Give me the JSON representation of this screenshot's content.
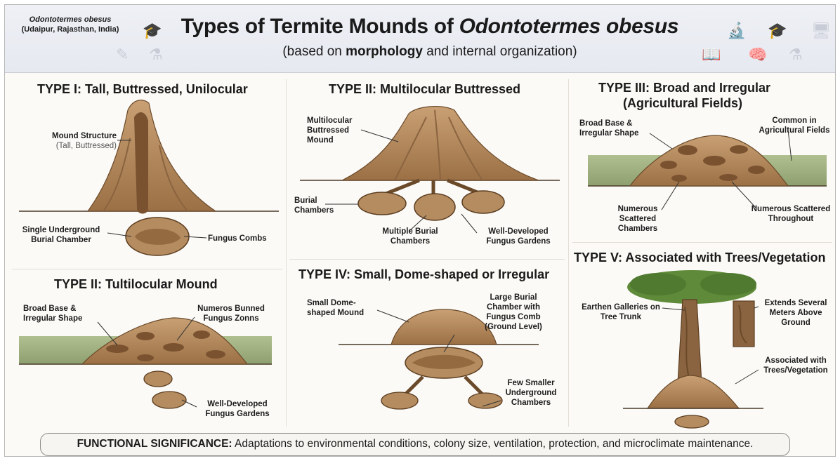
{
  "header": {
    "species_line": "Odontotermes obesus",
    "location_line": "(Udaipur, Rajasthan, India)",
    "title_prefix": "Types of Termite Mounds of ",
    "title_species": "Odontotermes obesus",
    "subtitle_pre": "(based on ",
    "subtitle_bold": "morphology",
    "subtitle_post": " and internal organization)"
  },
  "panels": {
    "type1": {
      "title": "TYPE I: Tall, Buttressed, Unilocular",
      "label_mound": "Mound Structure",
      "label_mound_sub": "(Tall, Buttressed)",
      "label_chamber": "Single Underground Burial Chamber",
      "label_fungus": "Fungus Combs"
    },
    "type2": {
      "title": "TYPE II: Multilocular Buttressed",
      "label_mound": "Multilocular Buttressed Mound",
      "label_burial": "Burial Chambers",
      "label_multiple": "Multiple Burial Chambers",
      "label_gardens": "Well-Developed Fungus Gardens"
    },
    "type3": {
      "title": "TYPE III: Broad and Irregular",
      "title2": "(Agricultural Fields)",
      "label_base": "Broad Base & Irregular Shape",
      "label_common": "Common in Agricultural Fields",
      "label_chambers": "Numerous Scattered Chambers",
      "label_throughout": "Numerous Scattered Throughout"
    },
    "type2b": {
      "title": "TYPE II: Tultilocular Mound",
      "label_base": "Broad Base & Irregular Shape",
      "label_zones": "Numeros Bunned Fungus Zonns",
      "label_gardens": "Well-Developed Fungus Gardens"
    },
    "type4": {
      "title": "TYPE IV: Small, Dome-shaped or Irregular",
      "label_dome": "Small Dome-shaped Mound",
      "label_large": "Large Burial Chamber with Fungus Comb (Ground Level)",
      "label_few": "Few Smaller Underground Chambers"
    },
    "type5": {
      "title": "TYPE V: Associated with Trees/Vegetation",
      "label_galleries": "Earthen Galleries on Tree Trunk",
      "label_extends": "Extends Several Meters Above Ground",
      "label_assoc": "Associated with Trees/Vegetation"
    }
  },
  "footer": {
    "bold": "FUNCTIONAL SIGNIFICANCE:",
    "text": " Adaptations to environmental conditions, colony size, ventilation, protection, and microclimate maintenance."
  },
  "colors": {
    "soil_light": "#d2b48c",
    "soil_mid": "#a67c52",
    "soil_dark": "#7a5230",
    "grass": "#8fa36a",
    "leaf": "#5f8a3a"
  }
}
